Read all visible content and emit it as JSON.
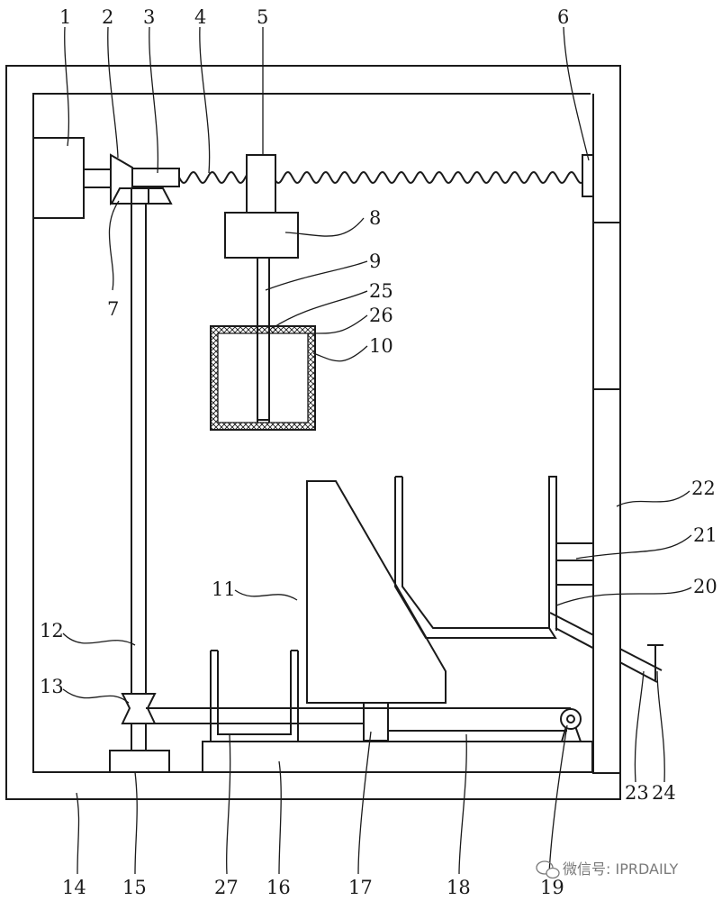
{
  "labels": [
    {
      "id": "1",
      "text": "1"
    },
    {
      "id": "2",
      "text": "2"
    },
    {
      "id": "3",
      "text": "3"
    },
    {
      "id": "4",
      "text": "4"
    },
    {
      "id": "5",
      "text": "5"
    },
    {
      "id": "6",
      "text": "6"
    },
    {
      "id": "7",
      "text": "7"
    },
    {
      "id": "8",
      "text": "8"
    },
    {
      "id": "9",
      "text": "9"
    },
    {
      "id": "25",
      "text": "25"
    },
    {
      "id": "26",
      "text": "26"
    },
    {
      "id": "10",
      "text": "10"
    },
    {
      "id": "22",
      "text": "22"
    },
    {
      "id": "21",
      "text": "21"
    },
    {
      "id": "11",
      "text": "11"
    },
    {
      "id": "20",
      "text": "20"
    },
    {
      "id": "12",
      "text": "12"
    },
    {
      "id": "13",
      "text": "13"
    },
    {
      "id": "23",
      "text": "23"
    },
    {
      "id": "24",
      "text": "24"
    },
    {
      "id": "14",
      "text": "14"
    },
    {
      "id": "15",
      "text": "15"
    },
    {
      "id": "27",
      "text": "27"
    },
    {
      "id": "16",
      "text": "16"
    },
    {
      "id": "17",
      "text": "17"
    },
    {
      "id": "18",
      "text": "18"
    },
    {
      "id": "19",
      "text": "19"
    }
  ],
  "watermark": "微信号: IPRDAILY"
}
